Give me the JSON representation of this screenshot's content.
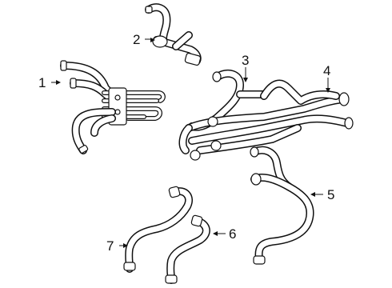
{
  "callouts": {
    "c1": "1",
    "c2": "2",
    "c3": "3",
    "c4": "4",
    "c5": "5",
    "c6": "6",
    "c7": "7"
  },
  "icons": {
    "part-1": "coolant-hose-assembly-with-bracket",
    "part-2": "coolant-hose-with-connector",
    "part-3": "upper-coolant-hose",
    "part-4": "coolant-pipe-assembly",
    "part-5": "coolant-hose-y",
    "part-6": "coolant-hose-s-bend",
    "part-7": "coolant-hose-s-bend"
  }
}
